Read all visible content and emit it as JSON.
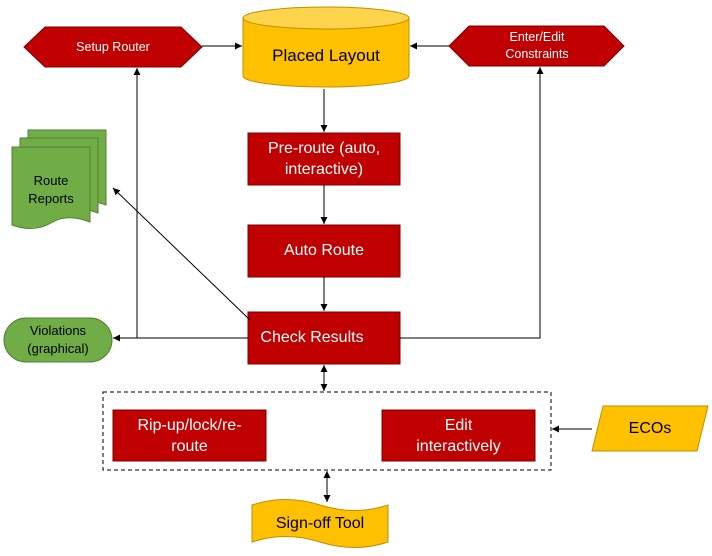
{
  "nodes": {
    "placed_layout": "Placed Layout",
    "setup_router": "Setup Router",
    "enter_edit_constraints_1": "Enter/Edit",
    "enter_edit_constraints_2": "Constraints",
    "pre_route_1": "Pre-route (auto,",
    "pre_route_2": "interactive)",
    "auto_route": "Auto Route",
    "check_results": "Check Results",
    "route_reports_1": "Route",
    "route_reports_2": "Reports",
    "violations_1": "Violations",
    "violations_2": "(graphical)",
    "rip_up_1": "Rip-up/lock/re-",
    "rip_up_2": "route",
    "edit_interactively_1": "Edit",
    "edit_interactively_2": "interactively",
    "ecos": "ECOs",
    "sign_off_tool": "Sign-off Tool"
  },
  "colors": {
    "red": "#C00000",
    "gold": "#FFC000",
    "green": "#70AD47",
    "green_dark": "#507E32",
    "red_border": "#8B0000",
    "gold_border": "#BF9000"
  }
}
